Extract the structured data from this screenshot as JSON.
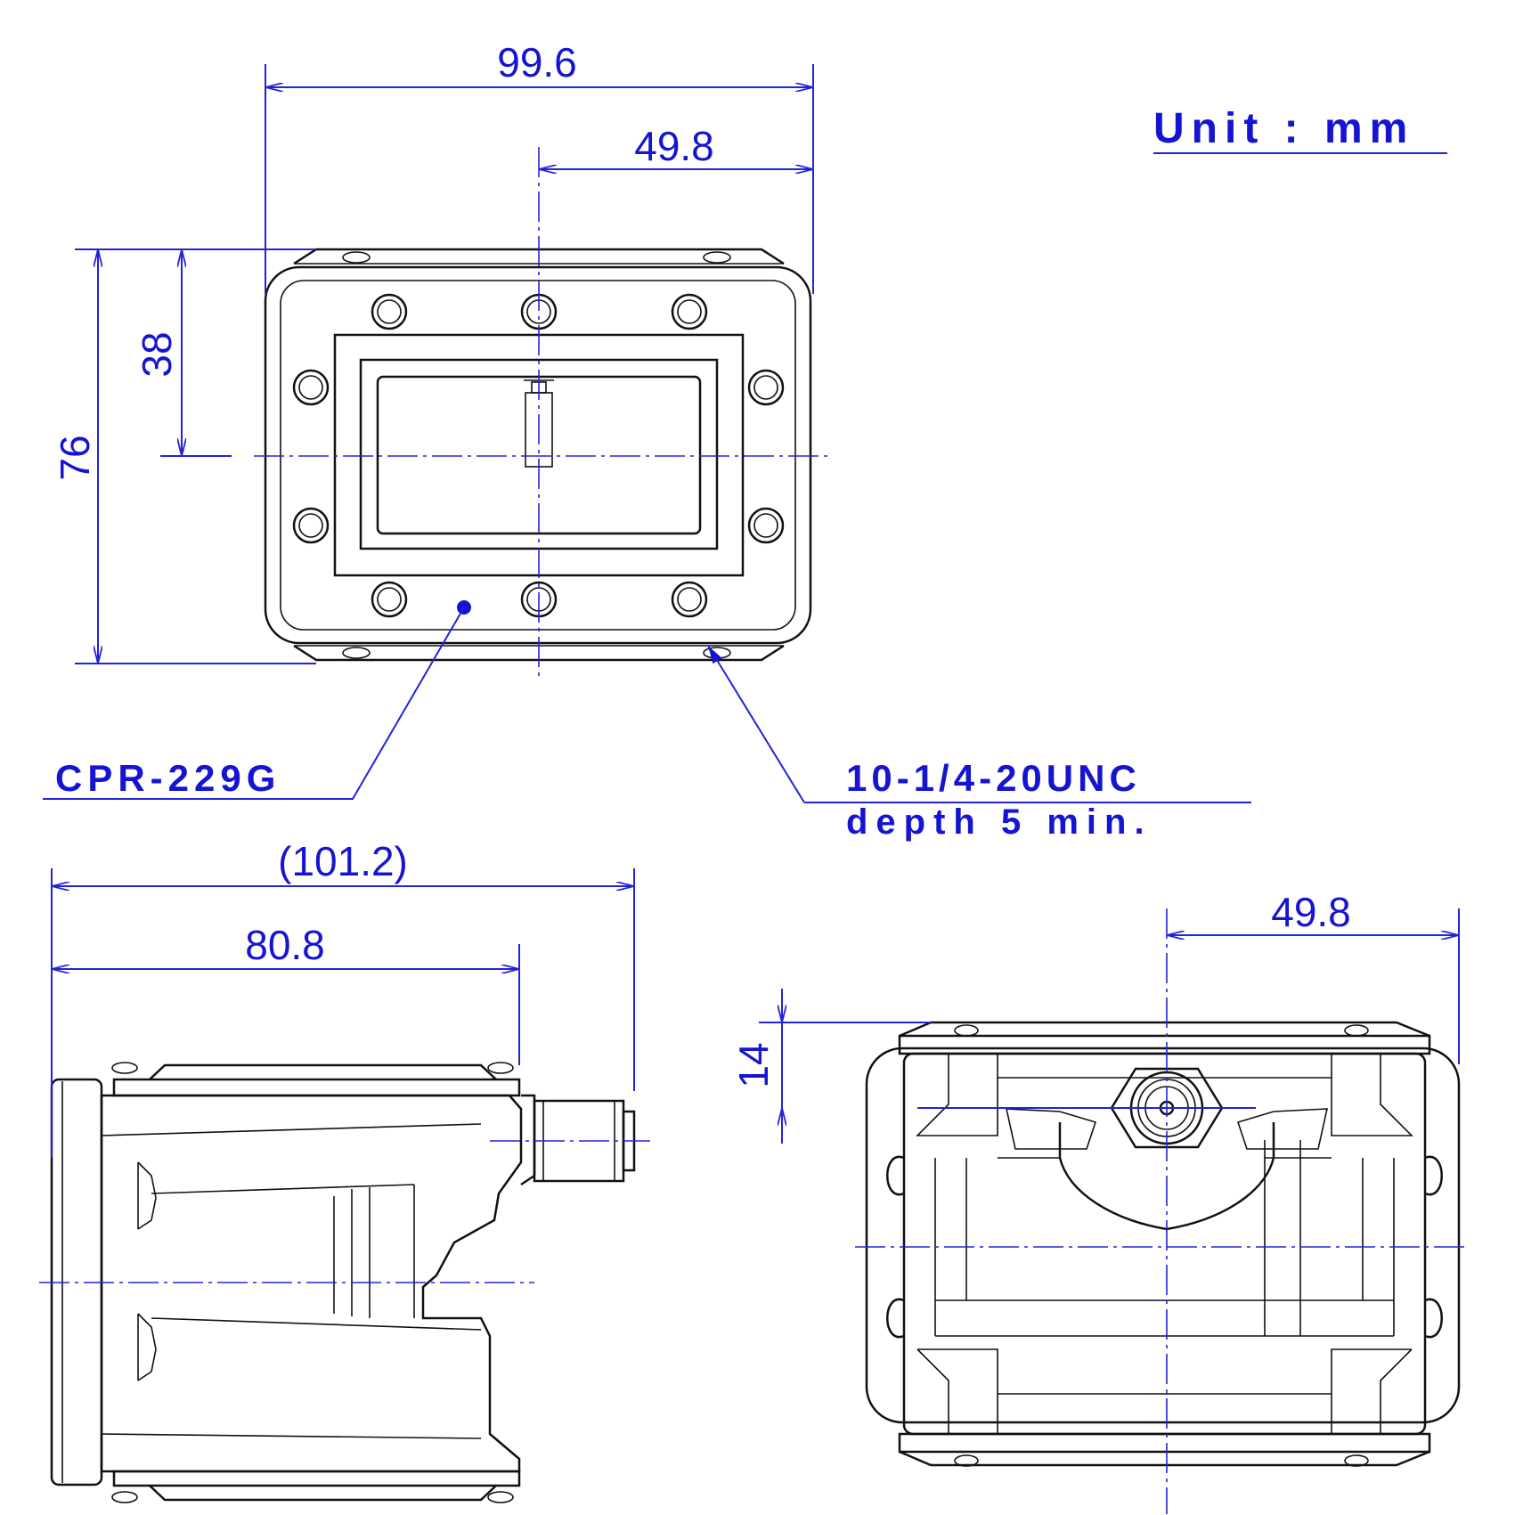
{
  "unit_note": "Unit : mm",
  "front_view": {
    "width_total": "99.6",
    "width_half": "49.8",
    "height_total": "76",
    "height_half": "38"
  },
  "callouts": {
    "flange": "CPR-229G",
    "thread_line1": "10-1/4-20UNC",
    "thread_line2": "depth 5 min."
  },
  "side_view": {
    "length_overall": "(101.2)",
    "length_body": "80.8"
  },
  "rear_view": {
    "width_half": "49.8",
    "connector_offset": "14"
  }
}
